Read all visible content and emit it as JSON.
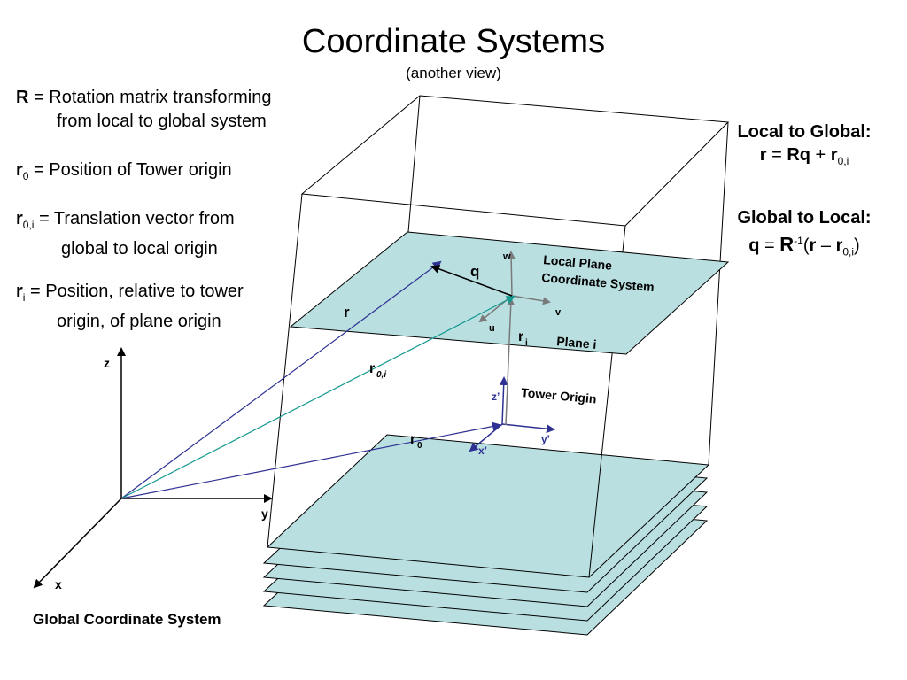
{
  "title": "Coordinate Systems",
  "subtitle": "(another view)",
  "definitions": {
    "R": {
      "symbol": "R",
      "line1": " = Rotation matrix transforming",
      "line2": "from local to global system"
    },
    "r0": {
      "symbol": "r",
      "sub": "0",
      "text": "  = Position of Tower origin"
    },
    "r0i": {
      "symbol": "r",
      "sub": "0,i",
      "text": " = Translation vector from",
      "line2": "global to local origin"
    },
    "ri": {
      "symbol": "r",
      "sub": "i",
      "text": "  = Position, relative to tower",
      "line2": "origin, of plane origin"
    }
  },
  "local_to_global": {
    "heading": "Local to Global:",
    "lhs": "r",
    "eq": " = ",
    "rq": "Rq",
    "plus": " + ",
    "r": "r",
    "sub": "0,i"
  },
  "global_to_local": {
    "heading": "Global to Local:",
    "q": "q",
    "eq": " = ",
    "R": "R",
    "sup": "-1",
    "open": "(",
    "r": "r",
    "minus": " – ",
    "r2": "r",
    "sub": "0,i",
    "close": ")"
  },
  "diagram_labels": {
    "local_plane_line1": "Local Plane",
    "local_plane_line2": "Coordinate System",
    "plane_i": "Plane i",
    "tower_origin": "Tower Origin",
    "w": "w",
    "v": "v",
    "u": "u",
    "q": "q",
    "r": "r",
    "r_i": "r",
    "r_i_sub": "i",
    "r_0i": "r",
    "r_0i_sub": "0,i",
    "r_0": "r",
    "r_0_sub": "0",
    "z_prime": "z’",
    "y_prime": "y’",
    "x_prime": "x’",
    "z": "z",
    "y": "y",
    "x": "x",
    "global_caption": "Global Coordinate System"
  },
  "colors": {
    "plane_fill": "#b9dfe1",
    "vector_navy": "#2e3192",
    "vector_teal": "#14998f",
    "gray_axis": "#7a7a7a",
    "tower_blue": "#2e3192"
  }
}
